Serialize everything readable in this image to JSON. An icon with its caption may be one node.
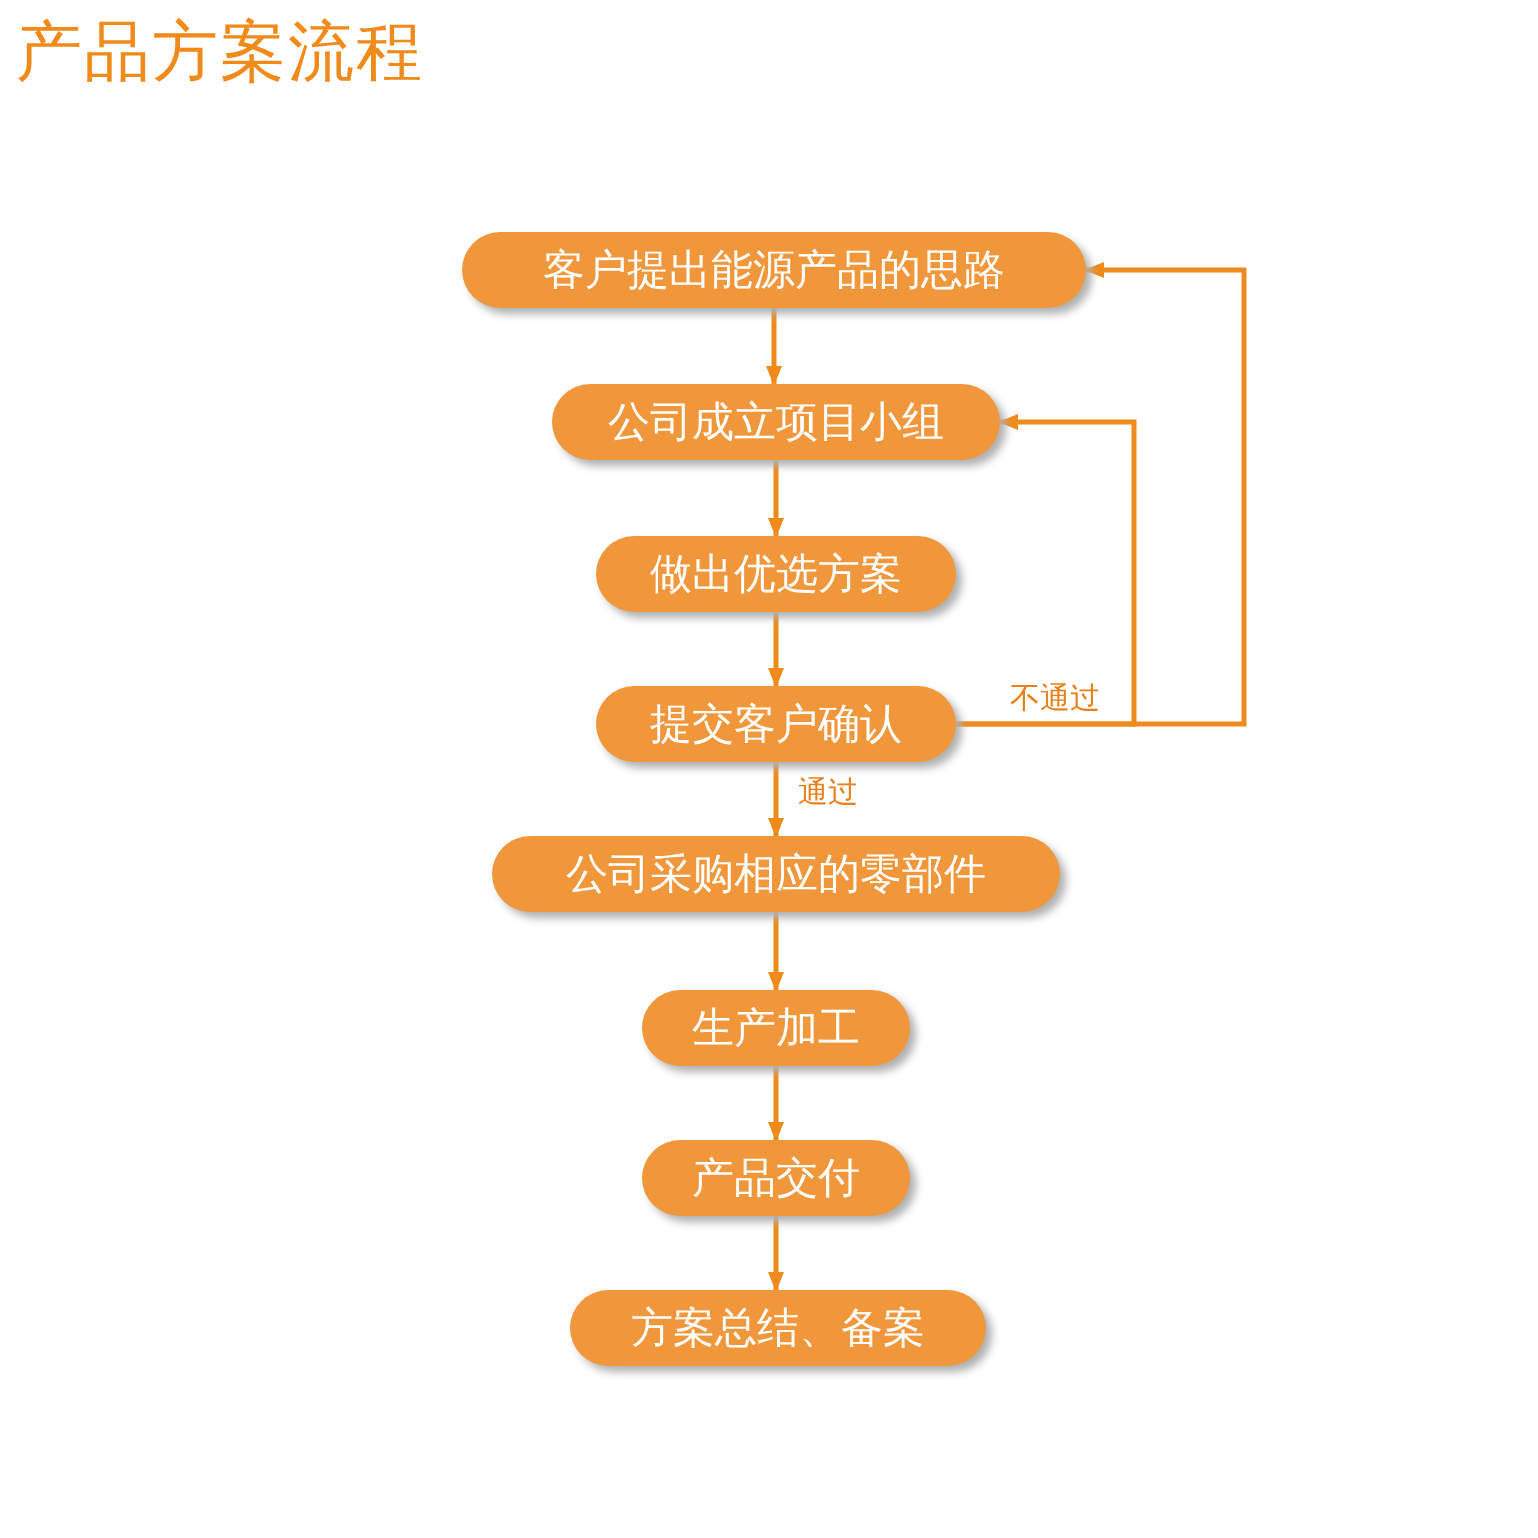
{
  "diagram": {
    "title": "产品方案流程",
    "nodes": [
      {
        "text": [
          "客户提出能源产品的思路"
        ]
      },
      {
        "text": [
          "公司成立项目小组"
        ]
      },
      {
        "text": [
          "做出优选方案"
        ]
      },
      {
        "text": [
          "提交客户确认"
        ]
      },
      {
        "text": [
          "公司采购相应的零部件"
        ]
      },
      {
        "text": [
          "生产加工"
        ]
      },
      {
        "text": [
          "产品交付"
        ]
      },
      {
        "text": [
          "方案总结、备案"
        ]
      }
    ],
    "edges": [
      {
        "from": 0,
        "to": 1,
        "arrow": "to"
      },
      {
        "from": 1,
        "to": 2,
        "arrow": "to"
      },
      {
        "from": 2,
        "to": 3,
        "arrow": "to"
      },
      {
        "from": 3,
        "to": 4,
        "arrow": "to",
        "label": "通过"
      },
      {
        "from": 4,
        "to": 5,
        "arrow": "to"
      },
      {
        "from": 5,
        "to": 6,
        "arrow": "to"
      },
      {
        "from": 6,
        "to": 7,
        "arrow": "to"
      },
      {
        "from": 3,
        "to": 1,
        "arrow": "to",
        "label": "不通过"
      },
      {
        "from": 3,
        "to": 0,
        "arrow": "to"
      }
    ]
  }
}
